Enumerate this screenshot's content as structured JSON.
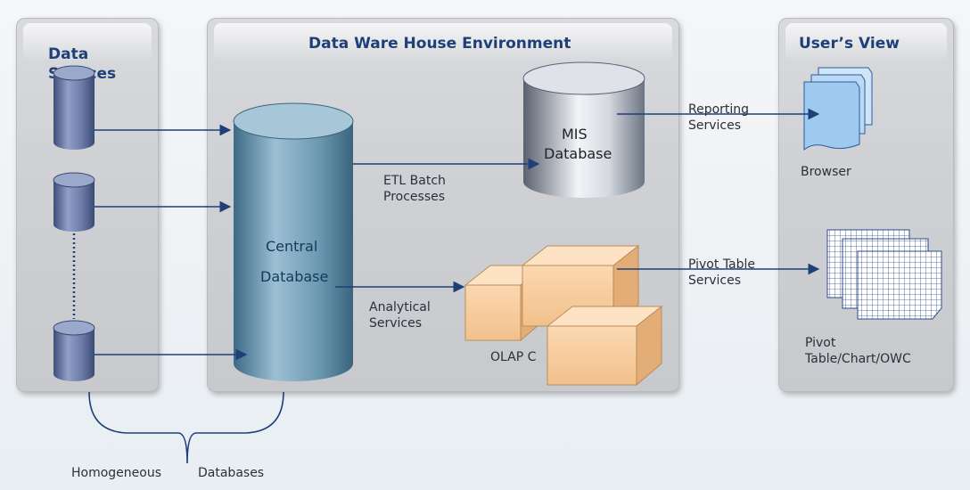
{
  "sources_panel": {
    "title_line1": "Data",
    "title_line2": "Sources"
  },
  "dwh_panel": {
    "title": "Data Ware House Environment"
  },
  "users_panel": {
    "title": "User’s View"
  },
  "central_db": {
    "line1": "Central",
    "line2": "Database"
  },
  "mis_db": {
    "line1": "MIS",
    "line2": "Database"
  },
  "etl": {
    "line1": "ETL Batch",
    "line2": "Processes"
  },
  "analytical": {
    "line1": "Analytical",
    "line2": "Services"
  },
  "olap": {
    "label": "OLAP C"
  },
  "reporting": {
    "line1": "Reporting",
    "line2": "Services"
  },
  "pivot_services": {
    "line1": "Pivot Table",
    "line2": "Services"
  },
  "browser": {
    "label": "Browser"
  },
  "pivot_view": {
    "line1": "Pivot",
    "line2": "Table/Chart/OWC"
  },
  "footer": {
    "left": "Homogeneous",
    "right": "Databases"
  },
  "colors": {
    "heading": "#1f3f78",
    "arrow": "#1f3f78",
    "cylinder": "#5d6f9d",
    "olap_box": "#f6c99b",
    "browser_page": "#9fcaf0"
  }
}
